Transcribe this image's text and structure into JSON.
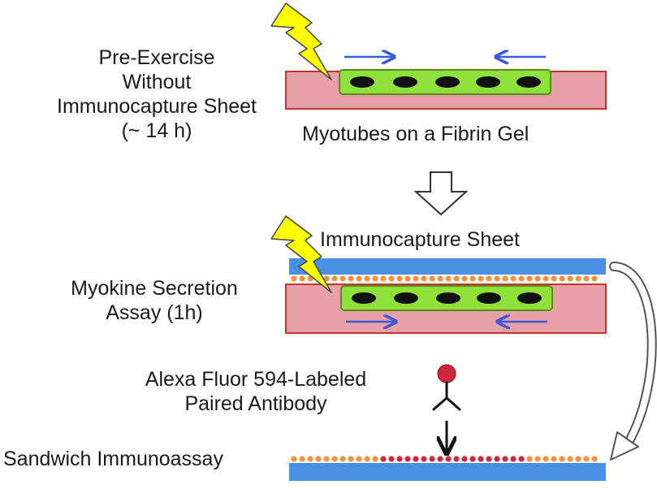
{
  "labels": {
    "pre_exercise": [
      "Pre-Exercise",
      "Without",
      "Immunocapture Sheet",
      "(~ 14 h)"
    ],
    "myotubes": "Myotubes on a Fibrin Gel",
    "immunocapture_sheet": "Immunocapture Sheet",
    "secretion_assay": [
      "Myokine Secretion",
      "Assay (1h)"
    ],
    "antibody": [
      "Alexa Fluor 594-Labeled",
      "Paired Antibody"
    ],
    "sandwich": "Sandwich Immunoassay"
  },
  "colors": {
    "gel_fill": "#e8a0a8",
    "gel_stroke": "#c0392b",
    "myotube_fill": "#8ee03a",
    "myotube_stroke": "#5a8a1e",
    "nucleus": "#111111",
    "sheet": "#4a90e2",
    "capture_dot": "#f5923e",
    "labeled_dot": "#d0283a",
    "arrow_blue": "#3a5bd9",
    "lightning_fill": "#ffff00",
    "lightning_stroke": "#444444"
  },
  "icons": [
    "lightning-bolt-icon",
    "contraction-arrow-icon",
    "hollow-down-arrow-icon",
    "transfer-curved-arrow-icon",
    "antibody-icon",
    "down-arrow-icon"
  ]
}
